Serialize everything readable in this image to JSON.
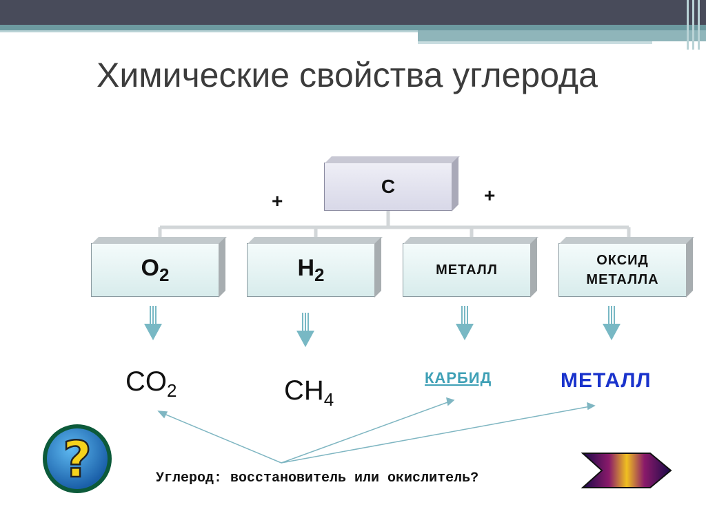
{
  "slide": {
    "title": "Химические свойства углерода",
    "center": "C",
    "plus_left": "+",
    "plus_right": "+",
    "reagents": [
      {
        "label": "O",
        "sub": "2"
      },
      {
        "label": "H",
        "sub": "2"
      },
      {
        "label": "МЕТАЛЛ"
      },
      {
        "line1": "ОКСИД",
        "line2": "МЕТАЛЛА"
      }
    ],
    "products": [
      {
        "label": "CO",
        "sub": "2"
      },
      {
        "label": "CH",
        "sub": "4"
      },
      {
        "label": "КАРБИД"
      },
      {
        "label": "МЕТАЛЛ"
      }
    ],
    "question": "Углерод: восстановитель или окислитель?"
  },
  "controls": {
    "help_icon": "question-mark-icon",
    "next_icon": "arrow-right-icon"
  },
  "colors": {
    "header_dark": "#484b5a",
    "header_teal": "#6d9aa0",
    "arrow_teal": "#78b8c4",
    "link_teal": "#3fa0b6",
    "metal_blue": "#1a33cc"
  }
}
